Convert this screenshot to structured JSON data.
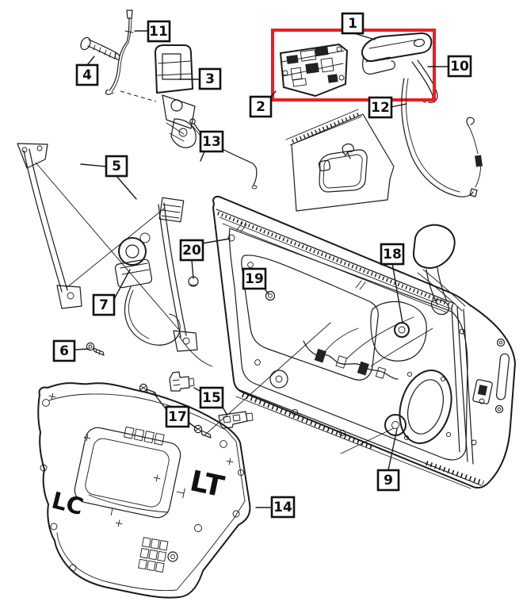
{
  "diagram": {
    "background_color": "#ffffff",
    "line_color": "#1a1a1a",
    "highlight_color": "#ec1c24"
  },
  "callouts": [
    {
      "label": "1"
    },
    {
      "label": "2"
    },
    {
      "label": "3"
    },
    {
      "label": "4"
    },
    {
      "label": "5"
    },
    {
      "label": "6"
    },
    {
      "label": "7"
    },
    {
      "label": "9"
    },
    {
      "label": "10"
    },
    {
      "label": "11"
    },
    {
      "label": "12"
    },
    {
      "label": "13"
    },
    {
      "label": "14"
    },
    {
      "label": "15"
    },
    {
      "label": "17"
    },
    {
      "label": "18"
    },
    {
      "label": "19"
    },
    {
      "label": "20"
    }
  ],
  "panel_markings": {
    "lt": "LT",
    "lc": "LC"
  }
}
